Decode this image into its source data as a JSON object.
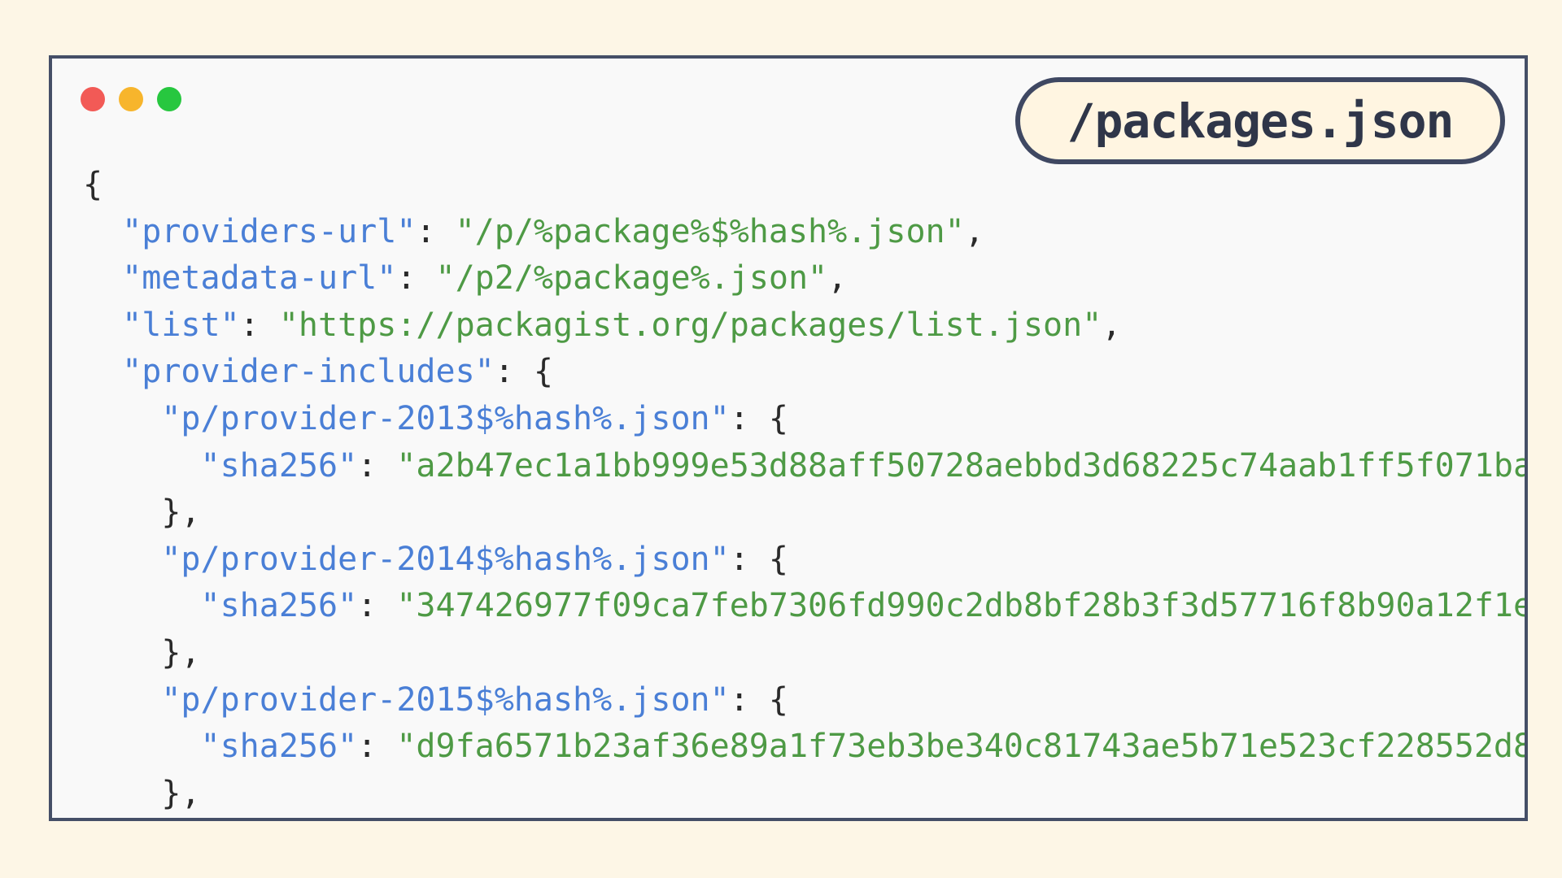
{
  "window": {
    "title": "/packages.json",
    "controls": [
      {
        "name": "close",
        "color": "#f25a56"
      },
      {
        "name": "minimize",
        "color": "#f7b52c"
      },
      {
        "name": "maximize",
        "color": "#27c73f"
      }
    ]
  },
  "code": {
    "lines": [
      {
        "indent": 0,
        "tokens": [
          {
            "t": "p",
            "v": "{"
          }
        ]
      },
      {
        "indent": 1,
        "tokens": [
          {
            "t": "k",
            "v": "\"providers-url\""
          },
          {
            "t": "p",
            "v": ": "
          },
          {
            "t": "s",
            "v": "\"/p/%package%$%hash%.json\""
          },
          {
            "t": "p",
            "v": ","
          }
        ]
      },
      {
        "indent": 1,
        "tokens": [
          {
            "t": "k",
            "v": "\"metadata-url\""
          },
          {
            "t": "p",
            "v": ": "
          },
          {
            "t": "s",
            "v": "\"/p2/%package%.json\""
          },
          {
            "t": "p",
            "v": ","
          }
        ]
      },
      {
        "indent": 1,
        "tokens": [
          {
            "t": "k",
            "v": "\"list\""
          },
          {
            "t": "p",
            "v": ": "
          },
          {
            "t": "s",
            "v": "\"https://packagist.org/packages/list.json\""
          },
          {
            "t": "p",
            "v": ","
          }
        ]
      },
      {
        "indent": 1,
        "tokens": [
          {
            "t": "k",
            "v": "\"provider-includes\""
          },
          {
            "t": "p",
            "v": ": {"
          }
        ]
      },
      {
        "indent": 2,
        "tokens": [
          {
            "t": "k",
            "v": "\"p/provider-2013$%hash%.json\""
          },
          {
            "t": "p",
            "v": ": {"
          }
        ]
      },
      {
        "indent": 3,
        "tokens": [
          {
            "t": "k",
            "v": "\"sha256\""
          },
          {
            "t": "p",
            "v": ": "
          },
          {
            "t": "s",
            "v": "\"a2b47ec1a1bb999e53d88aff50728aebbd3d68225c74aab1ff5f071ba"
          }
        ]
      },
      {
        "indent": 2,
        "tokens": [
          {
            "t": "p",
            "v": "},"
          }
        ]
      },
      {
        "indent": 2,
        "tokens": [
          {
            "t": "k",
            "v": "\"p/provider-2014$%hash%.json\""
          },
          {
            "t": "p",
            "v": ": {"
          }
        ]
      },
      {
        "indent": 3,
        "tokens": [
          {
            "t": "k",
            "v": "\"sha256\""
          },
          {
            "t": "p",
            "v": ": "
          },
          {
            "t": "s",
            "v": "\"347426977f09ca7feb7306fd990c2db8bf28b3f3d57716f8b90a12f1e"
          }
        ]
      },
      {
        "indent": 2,
        "tokens": [
          {
            "t": "p",
            "v": "},"
          }
        ]
      },
      {
        "indent": 2,
        "tokens": [
          {
            "t": "k",
            "v": "\"p/provider-2015$%hash%.json\""
          },
          {
            "t": "p",
            "v": ": {"
          }
        ]
      },
      {
        "indent": 3,
        "tokens": [
          {
            "t": "k",
            "v": "\"sha256\""
          },
          {
            "t": "p",
            "v": ": "
          },
          {
            "t": "s",
            "v": "\"d9fa6571b23af36e89a1f73eb3be340c81743ae5b71e523cf228552d8"
          }
        ]
      },
      {
        "indent": 2,
        "tokens": [
          {
            "t": "p",
            "v": "},"
          }
        ]
      }
    ]
  }
}
